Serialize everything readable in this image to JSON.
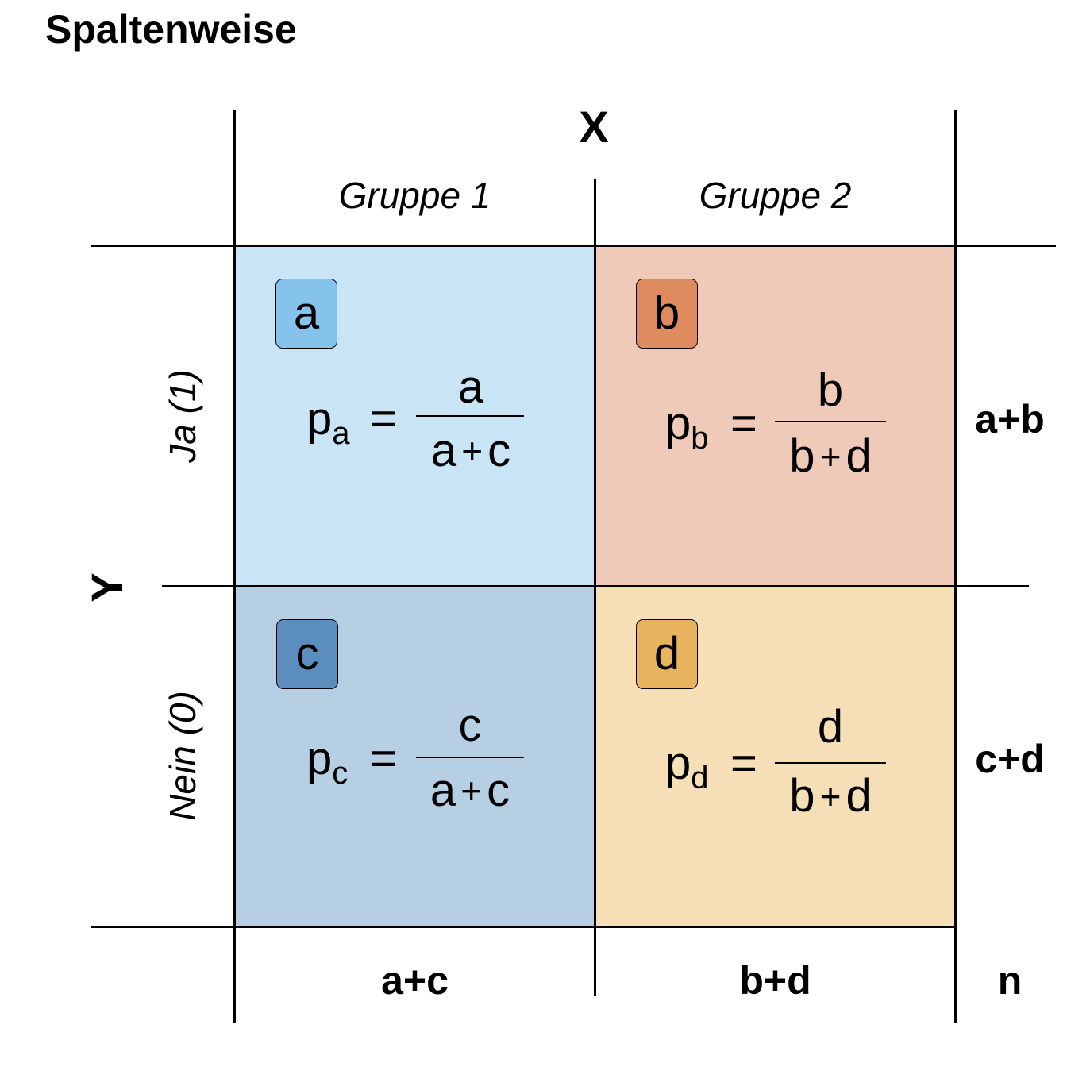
{
  "title": "Spaltenweise",
  "axes": {
    "x_label": "X",
    "y_label": "Y"
  },
  "columns": [
    {
      "label": "Gruppe 1"
    },
    {
      "label": "Gruppe 2"
    }
  ],
  "rows": [
    {
      "label": "Ja (1)"
    },
    {
      "label": "Nein (0)"
    }
  ],
  "cells": [
    {
      "badge": "a",
      "color": "#C9E4F5",
      "badge_color": "#85C2EC",
      "p": "p",
      "p_sub": "a",
      "numerator": "a",
      "den_left": "a",
      "den_plus": "+",
      "den_right": "c"
    },
    {
      "badge": "b",
      "color": "#F0CAB8",
      "badge_color": "#DF8B60",
      "p": "p",
      "p_sub": "b",
      "numerator": "b",
      "den_left": "b",
      "den_plus": "+",
      "den_right": "d"
    },
    {
      "badge": "c",
      "color": "#B7CFE3",
      "badge_color": "#5B8EBF",
      "p": "p",
      "p_sub": "c",
      "numerator": "c",
      "den_left": "a",
      "den_plus": "+",
      "den_right": "c"
    },
    {
      "badge": "d",
      "color": "#F6DFB6",
      "badge_color": "#E9B45F",
      "p": "p",
      "p_sub": "d",
      "numerator": "d",
      "den_left": "b",
      "den_plus": "+",
      "den_right": "d"
    }
  ],
  "equals": "=",
  "row_totals": [
    "a+b",
    "c+d"
  ],
  "col_totals": [
    "a+c",
    "b+d"
  ],
  "grand_total": "n"
}
